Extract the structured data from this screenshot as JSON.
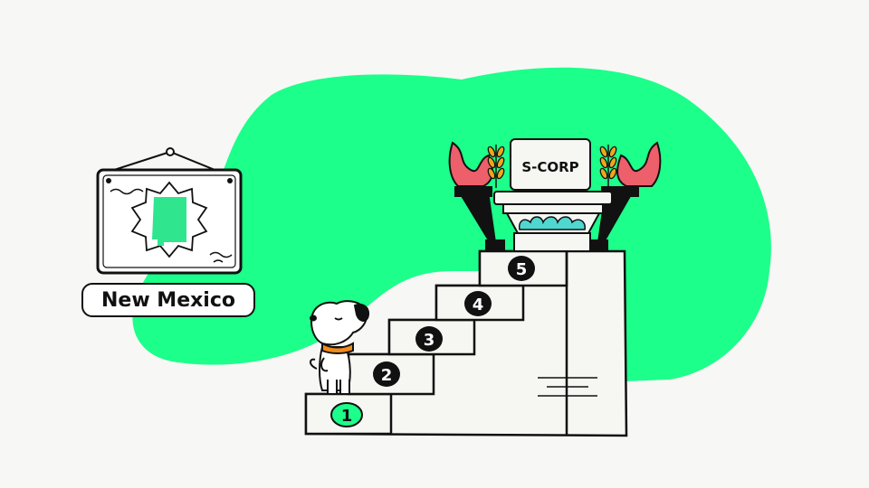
{
  "state": {
    "name": "New Mexico"
  },
  "pedestal": {
    "label": "S-CORP"
  },
  "steps": [
    "1",
    "2",
    "3",
    "4",
    "5"
  ],
  "colors": {
    "background": "#f7f7f5",
    "blob": "#1cff8a",
    "state_shape": "#2fe58e",
    "flame": "#ec5f6b",
    "wheat": "#f0a51c",
    "ornament": "#4fd7d0",
    "collar": "#f08a1e",
    "outline": "#111111"
  }
}
